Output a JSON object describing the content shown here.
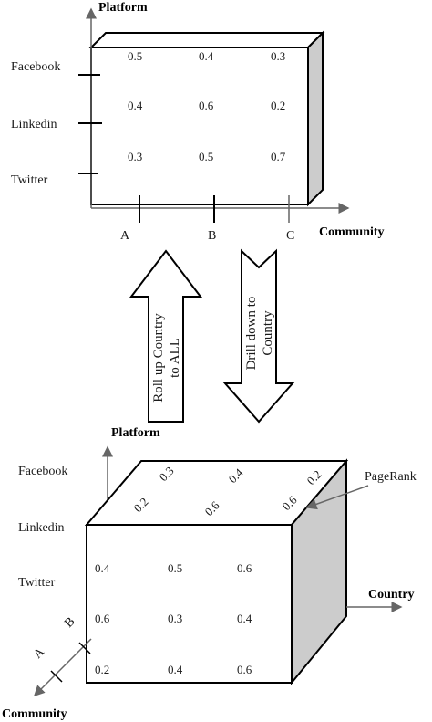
{
  "top_cube": {
    "y_axis_title": "Platform",
    "x_axis_title": "Community",
    "y_labels": [
      "Facebook",
      "Linkedin",
      "Twitter"
    ],
    "x_labels": [
      "A",
      "B",
      "C"
    ],
    "values": [
      [
        "0.5",
        "0.4",
        "0.3"
      ],
      [
        "0.4",
        "0.6",
        "0.2"
      ],
      [
        "0.3",
        "0.5",
        "0.7"
      ]
    ]
  },
  "arrows": {
    "roll_up": [
      "Roll up Country",
      "to ALL"
    ],
    "drill_down": [
      "Drill down to",
      "Country"
    ]
  },
  "bottom_cube": {
    "platform_title": "Platform",
    "country_title": "Country",
    "community_title": "Community",
    "pagerank_label": "PageRank",
    "platform_labels": [
      "Facebook",
      "Linkedin",
      "Twitter"
    ],
    "community_labels": [
      "A",
      "B"
    ],
    "front_values": [
      [
        "0.4",
        "0.5",
        "0.6"
      ],
      [
        "0.6",
        "0.3",
        "0.4"
      ],
      [
        "0.2",
        "0.4",
        "0.6"
      ]
    ],
    "top_values": {
      "back": [
        "0.3",
        "0.4",
        "0.2"
      ],
      "front": [
        "0.2",
        "0.6",
        "0.6"
      ]
    }
  },
  "colors": {
    "side_face": "#cccccc",
    "axis": "#666666",
    "line": "#000000"
  }
}
